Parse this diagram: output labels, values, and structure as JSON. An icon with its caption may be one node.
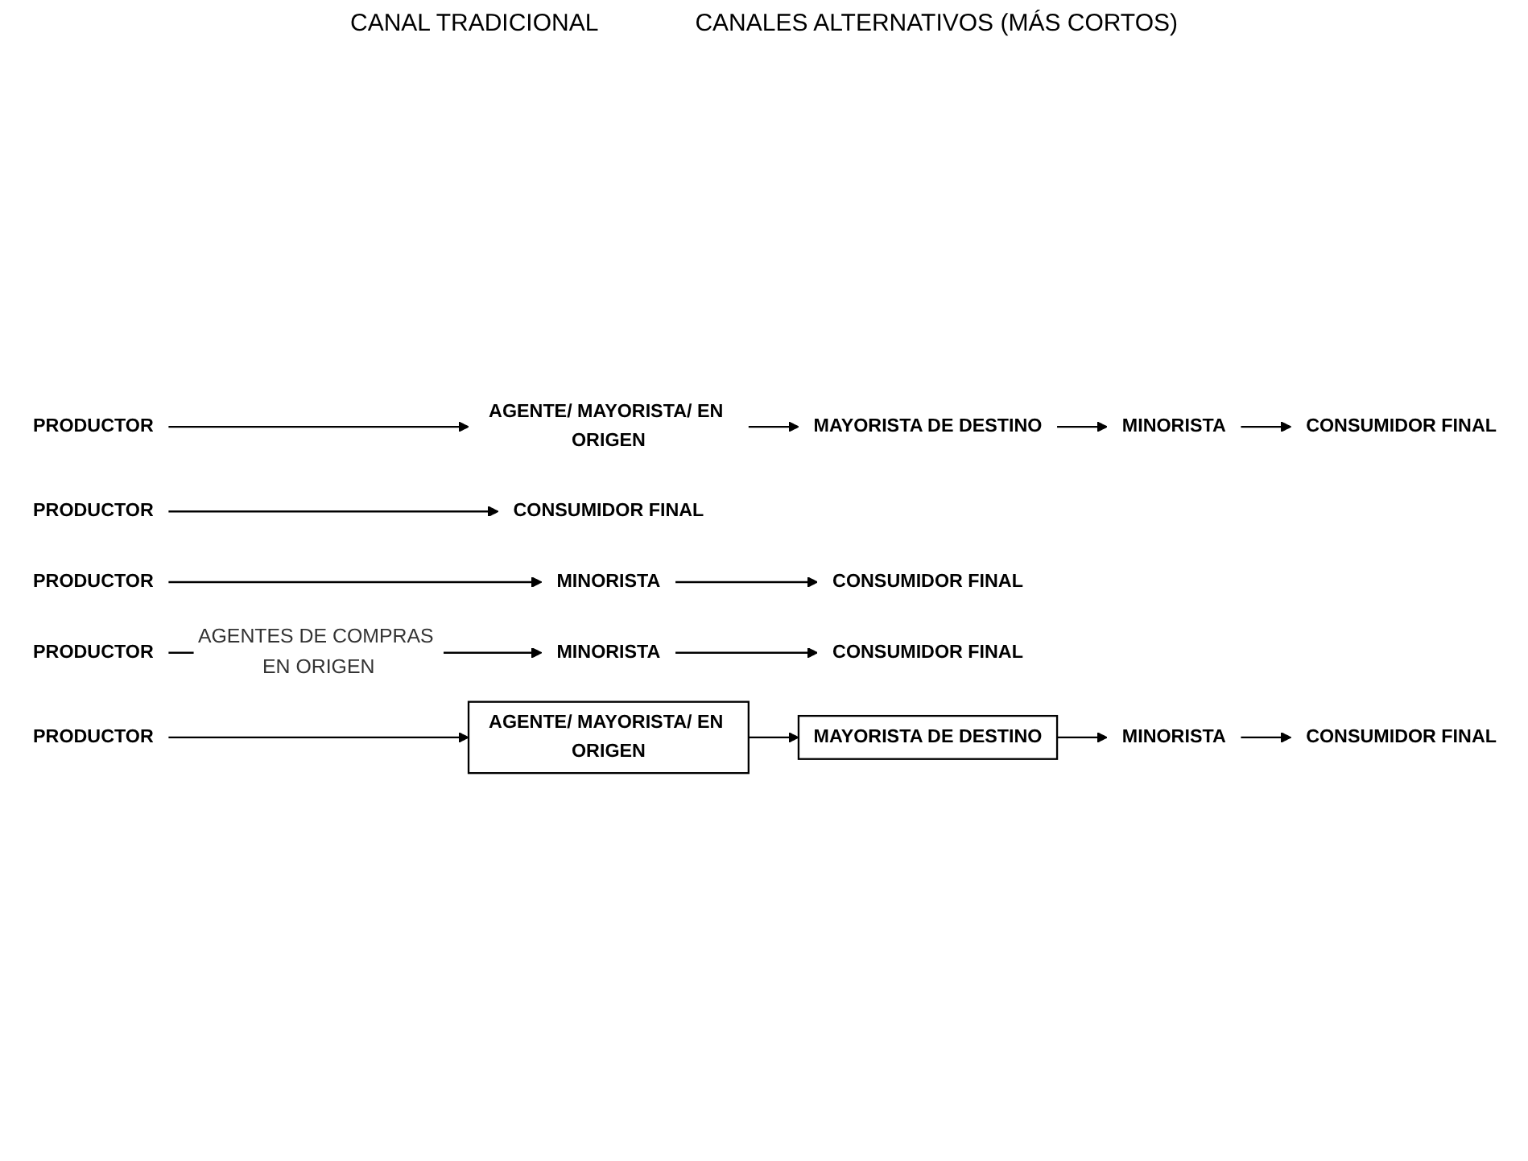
{
  "diagram": {
    "nodes": [
      {
        "text": [
          "PRODUCTOR"
        ]
      },
      {
        "text": [
          "AGENTE/ MAYORISTA/ EN ORIGEN"
        ]
      },
      {
        "text": [
          "MAYORISTA DE DESTINO"
        ]
      },
      {
        "text": [
          "MINORISTA"
        ]
      },
      {
        "text": [
          "CONSUMIDOR FINAL"
        ]
      },
      {
        "text": [
          "PRODUCTOR"
        ]
      },
      {
        "text": [
          "CONSUMIDOR FINAL"
        ]
      },
      {
        "text": [
          "PRODUCTOR"
        ]
      },
      {
        "text": [
          "MINORISTA"
        ]
      },
      {
        "text": [
          "CONSUMIDOR FINAL"
        ]
      },
      {
        "text": [
          "PRODUCTOR"
        ]
      },
      {
        "text": [
          "MINORISTA"
        ]
      },
      {
        "text": [
          "CONSUMIDOR FINAL"
        ]
      },
      {
        "text": [
          "PRODUCTOR"
        ]
      },
      {
        "text": [
          "AGENTE/ MAYORISTA/ EN ORIGEN"
        ]
      },
      {
        "text": [
          "MAYORISTA DE DESTINO"
        ]
      },
      {
        "text": [
          "MINORISTA"
        ]
      },
      {
        "text": [
          "CONSUMIDOR FINAL"
        ]
      }
    ],
    "edges": [
      {
        "from": 0,
        "to": 1,
        "arrow": "to"
      },
      {
        "from": 1,
        "to": 2,
        "arrow": "to"
      },
      {
        "from": 2,
        "to": 3,
        "arrow": "to"
      },
      {
        "from": 3,
        "to": 4,
        "arrow": "to"
      },
      {
        "from": 5,
        "to": 6,
        "arrow": "to"
      },
      {
        "from": 7,
        "to": 8,
        "arrow": "to"
      },
      {
        "from": 8,
        "to": 9,
        "arrow": "to"
      },
      {
        "from": 10,
        "to": 11,
        "arrow": "to",
        "label": "AGENTES DE COMPRAS EN ORIGEN"
      },
      {
        "from": 11,
        "to": 12,
        "arrow": "to"
      },
      {
        "from": 13,
        "to": 14,
        "arrow": "to"
      },
      {
        "from": 14,
        "to": 15,
        "arrow": "to"
      },
      {
        "from": 15,
        "to": 16,
        "arrow": "to"
      },
      {
        "from": 16,
        "to": 17,
        "arrow": "to"
      }
    ],
    "labels": [
      "CANAL TRADICIONAL",
      "CANALES ALTERNATIVOS (MÁS CORTOS)"
    ]
  }
}
